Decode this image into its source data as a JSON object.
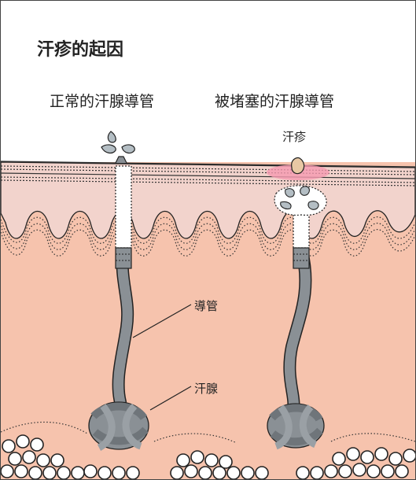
{
  "title": "汗疹的起因",
  "labels": {
    "normal_duct": "正常的汗腺導管",
    "blocked_duct": "被堵塞的汗腺導管",
    "rash": "汗疹",
    "duct": "導管",
    "sweat_gland": "汗腺"
  },
  "colors": {
    "dermis": "#f6c3ad",
    "epidermis": "#f2d3cc",
    "inflammation": "#f59ab0",
    "duct_gray": "#8a9095",
    "water": "#b4bec4",
    "fat_cells": "#ffffff"
  },
  "icons": [
    "sweat-droplet-icon",
    "rash-bump-icon",
    "fat-cell-icon"
  ]
}
